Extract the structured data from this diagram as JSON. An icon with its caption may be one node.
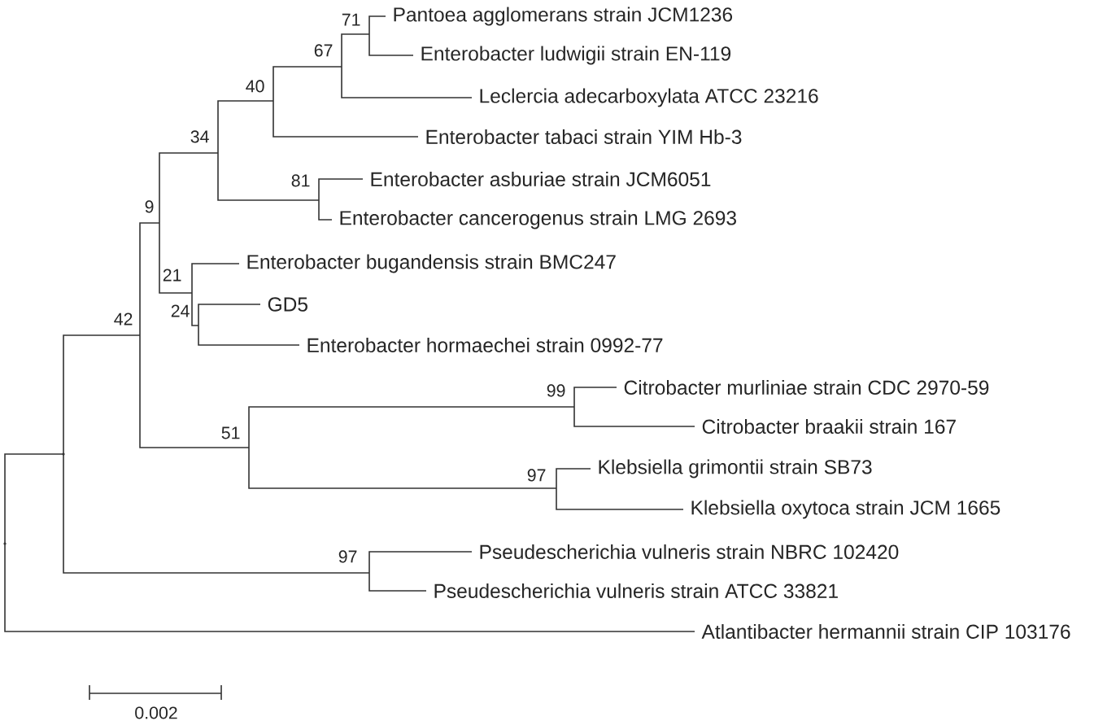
{
  "diagram": {
    "nodes": [
      {
        "text": [
          "71"
        ]
      },
      {
        "text": [
          "Pantoea agglomerans strain JCM1236"
        ]
      },
      {
        "text": [
          "67"
        ]
      },
      {
        "text": [
          "Enterobacter ludwigii strain EN-119"
        ]
      },
      {
        "text": [
          "40"
        ]
      },
      {
        "text": [
          "Leclercia adecarboxylata ATCC 23216"
        ]
      },
      {
        "text": [
          "34"
        ]
      },
      {
        "text": [
          "Enterobacter tabaci strain YIM Hb-3"
        ]
      },
      {
        "text": [
          "81"
        ]
      },
      {
        "text": [
          "Enterobacter asburiae strain JCM6051"
        ]
      },
      {
        "text": [
          "9"
        ]
      },
      {
        "text": [
          "Enterobacter cancerogenus strain LMG 2693"
        ]
      },
      {
        "text": [
          "21"
        ]
      },
      {
        "text": [
          "Enterobacter bugandensis strain BMC247"
        ]
      },
      {
        "text": [
          "24"
        ]
      },
      {
        "text": [
          "GD5"
        ]
      },
      {
        "text": [
          "42"
        ]
      },
      {
        "text": [
          "Enterobacter hormaechei strain 0992-77"
        ]
      },
      {
        "text": [
          "99"
        ]
      },
      {
        "text": [
          "Citrobacter murliniae strain CDC 2970-59"
        ]
      },
      {
        "text": [
          "51"
        ]
      },
      {
        "text": [
          "Citrobacter braakii strain 167"
        ]
      },
      {
        "text": [
          "97"
        ]
      },
      {
        "text": [
          "Klebsiella grimontii strain SB73"
        ]
      },
      {
        "text": [
          "Klebsiella oxytoca strain JCM 1665"
        ]
      },
      {
        "text": [
          "97"
        ]
      },
      {
        "text": [
          "Pseudescherichia vulneris strain NBRC 102420"
        ]
      },
      {
        "text": [
          "Pseudescherichia vulneris strain ATCC 33821"
        ]
      },
      {
        "text": [
          "Atlantibacter hermannii strain CIP 103176"
        ]
      },
      {
        "text": [],
        "shape": "point"
      },
      {
        "text": [],
        "shape": "point"
      }
    ],
    "edges": [
      {
        "from": 29,
        "to": 30,
        "arrow": "none"
      },
      {
        "from": 29,
        "to": 28,
        "arrow": "none"
      },
      {
        "from": 30,
        "to": 16,
        "arrow": "none"
      },
      {
        "from": 30,
        "to": 25,
        "arrow": "none"
      },
      {
        "from": 16,
        "to": 10,
        "arrow": "none"
      },
      {
        "from": 16,
        "to": 20,
        "arrow": "none"
      },
      {
        "from": 10,
        "to": 6,
        "arrow": "none"
      },
      {
        "from": 10,
        "to": 12,
        "arrow": "none"
      },
      {
        "from": 6,
        "to": 4,
        "arrow": "none"
      },
      {
        "from": 6,
        "to": 8,
        "arrow": "none"
      },
      {
        "from": 4,
        "to": 2,
        "arrow": "none"
      },
      {
        "from": 4,
        "to": 7,
        "arrow": "none"
      },
      {
        "from": 2,
        "to": 0,
        "arrow": "none"
      },
      {
        "from": 2,
        "to": 5,
        "arrow": "none"
      },
      {
        "from": 0,
        "to": 1,
        "arrow": "none"
      },
      {
        "from": 0,
        "to": 3,
        "arrow": "none"
      },
      {
        "from": 8,
        "to": 9,
        "arrow": "none"
      },
      {
        "from": 8,
        "to": 11,
        "arrow": "none"
      },
      {
        "from": 12,
        "to": 13,
        "arrow": "none"
      },
      {
        "from": 12,
        "to": 14,
        "arrow": "none"
      },
      {
        "from": 14,
        "to": 15,
        "arrow": "none"
      },
      {
        "from": 14,
        "to": 17,
        "arrow": "none"
      },
      {
        "from": 20,
        "to": 18,
        "arrow": "none"
      },
      {
        "from": 20,
        "to": 22,
        "arrow": "none"
      },
      {
        "from": 18,
        "to": 19,
        "arrow": "none"
      },
      {
        "from": 18,
        "to": 21,
        "arrow": "none"
      },
      {
        "from": 22,
        "to": 23,
        "arrow": "none"
      },
      {
        "from": 22,
        "to": 24,
        "arrow": "none"
      },
      {
        "from": 25,
        "to": 26,
        "arrow": "none"
      },
      {
        "from": 25,
        "to": 27,
        "arrow": "none"
      }
    ],
    "labels": [
      "0.002"
    ]
  }
}
